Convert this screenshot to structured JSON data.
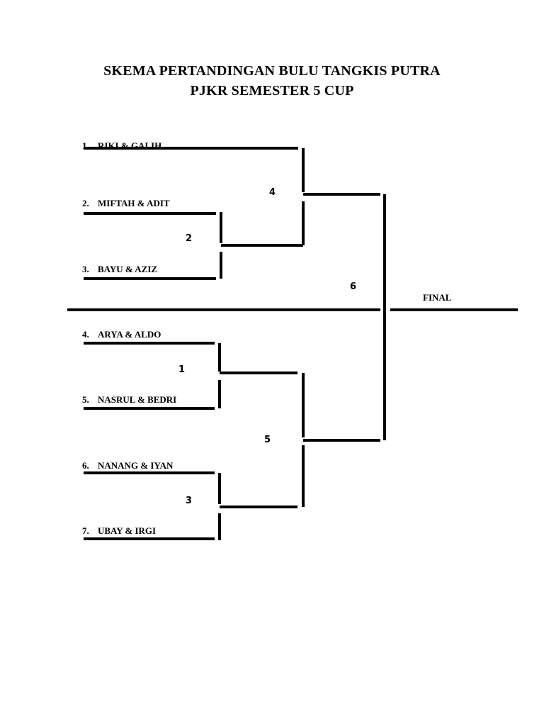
{
  "title": {
    "line1": "SKEMA PERTANDINGAN BULU TANGKIS PUTRA",
    "line2": "PJKR SEMESTER 5 CUP"
  },
  "players": [
    {
      "num": "1.",
      "name": "RIKI & GALIH"
    },
    {
      "num": "2.",
      "name": "MIFTAH & ADIT"
    },
    {
      "num": "3.",
      "name": "BAYU & AZIZ"
    },
    {
      "num": "4.",
      "name": "ARYA & ALDO"
    },
    {
      "num": "5.",
      "name": "NASRUL & BEDRI"
    },
    {
      "num": "6.",
      "name": "NANANG & IYAN"
    },
    {
      "num": "7.",
      "name": "UBAY & IRGI"
    }
  ],
  "matches": [
    "1",
    "2",
    "3",
    "4",
    "5",
    "6"
  ],
  "final_label": "FINAL"
}
